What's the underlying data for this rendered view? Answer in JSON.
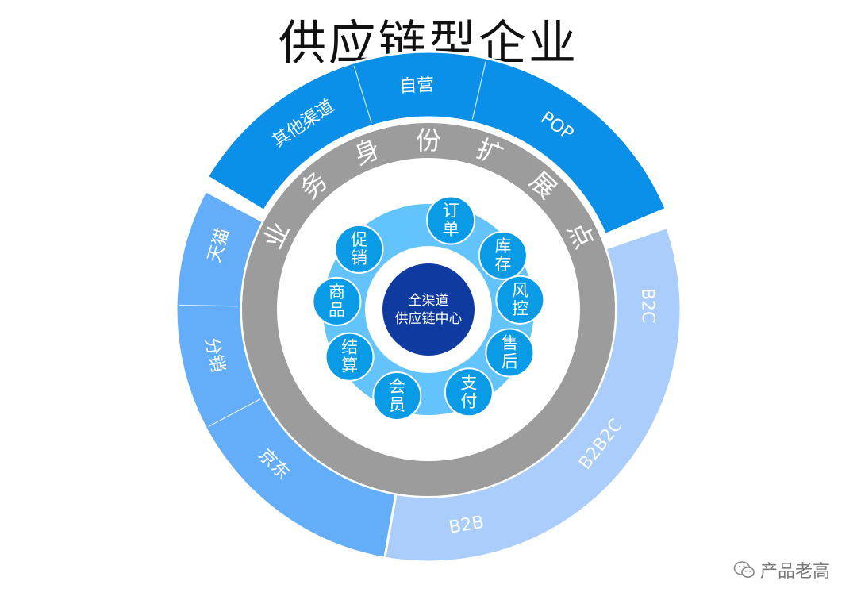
{
  "title": "供应链型企业",
  "center": {
    "line1": "全渠道",
    "line2": "供应链中心"
  },
  "modules": [
    "订单",
    "库存",
    "风控",
    "售后",
    "支付",
    "会员",
    "结算",
    "商品",
    "促销"
  ],
  "ring_text": "业务身份扩展点",
  "outer_segments": [
    {
      "label": "其他渠道",
      "group": "top"
    },
    {
      "label": "自营",
      "group": "top"
    },
    {
      "label": "POP",
      "group": "top"
    },
    {
      "label": "B2C",
      "group": "right"
    },
    {
      "label": "B2B2C",
      "group": "right"
    },
    {
      "label": "B2B",
      "group": "right"
    },
    {
      "label": "京东",
      "group": "left"
    },
    {
      "label": "分销",
      "group": "left"
    },
    {
      "label": "天猫",
      "group": "left"
    }
  ],
  "colors": {
    "top": "#0a90e8",
    "right": "#aacdfb",
    "left": "#64adf8",
    "gray_ring": "#9c9c9c",
    "module_ring": "#62c3fd",
    "module_node": "#0a9be6",
    "center": "#0f3aa0"
  },
  "watermark": {
    "icon": "wechat-icon",
    "text": "产品老高"
  }
}
